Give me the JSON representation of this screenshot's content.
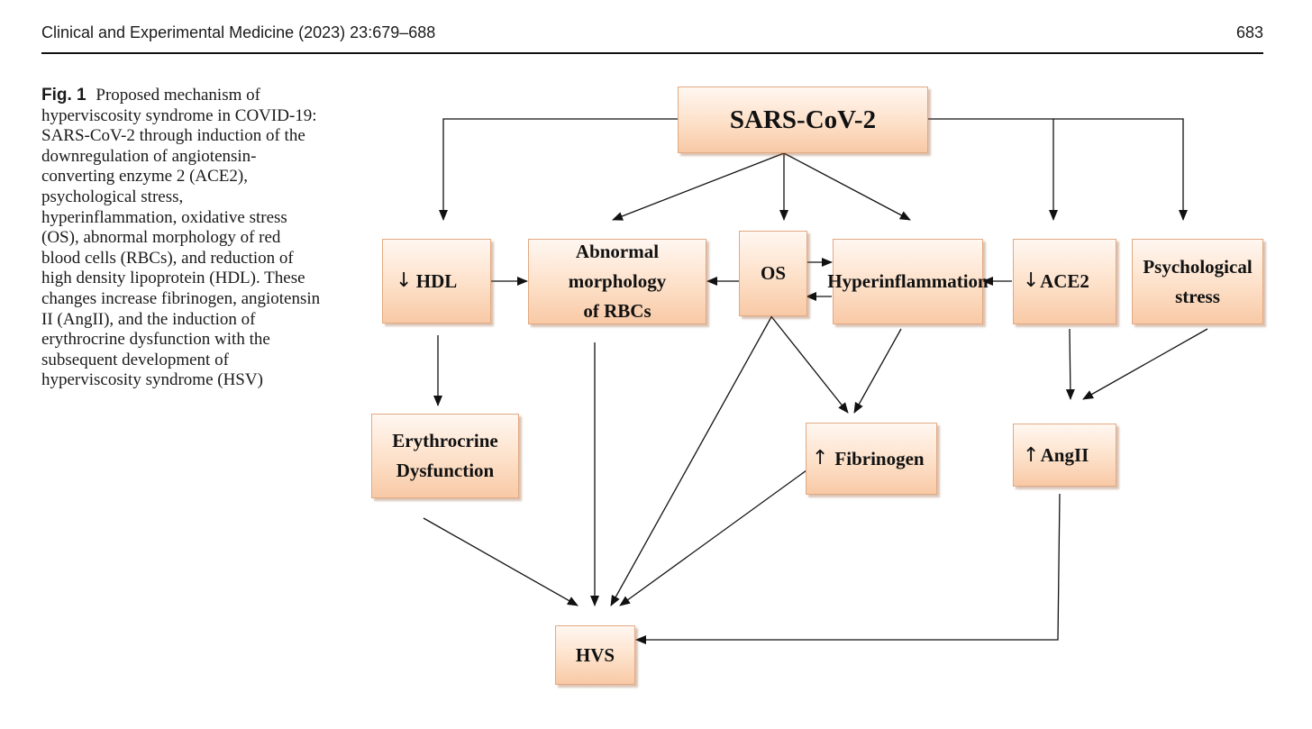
{
  "header": {
    "journal": "Clinical and Experimental Medicine (2023) 23:679–688",
    "page": "683"
  },
  "caption": {
    "label": "Fig. 1",
    "text": "Proposed mechanism of hyperviscosity syndrome in COVID-19: SARS-CoV-2 through induction of the downregulation of angiotensin-converting enzyme 2 (ACE2), psychological stress, hyperinflammation, oxidative stress (OS), abnormal morphology of red blood cells (RBCs), and reduction of high density lipoprotein (HDL). These changes increase fibrinogen, angiotensin II (AngII), and the induction of erythrocrine dysfunction with the subsequent development of hyperviscosity syndrome (HSV)"
  },
  "diagram": {
    "nodes": {
      "sars": {
        "label": "SARS-CoV-2"
      },
      "hdl": {
        "label": "HDL",
        "arrow": "↓"
      },
      "rbc": {
        "line1": "Abnormal morphology",
        "line2": "of RBCs"
      },
      "os": {
        "label": "OS"
      },
      "hyper": {
        "label": "Hyperinflammation"
      },
      "ace2": {
        "label": "ACE2",
        "arrow": "↓"
      },
      "psych": {
        "line1": "Psychological",
        "line2": "stress"
      },
      "ery": {
        "line1": "Erythrocrine",
        "line2": "Dysfunction"
      },
      "fib": {
        "label": "Fibrinogen",
        "arrow": "↑"
      },
      "angii": {
        "label": "AngII",
        "arrow": "↑"
      },
      "hvs": {
        "label": "HVS"
      }
    },
    "edges": [
      [
        "sars",
        "hdl"
      ],
      [
        "sars",
        "rbc"
      ],
      [
        "sars",
        "os"
      ],
      [
        "sars",
        "hyper"
      ],
      [
        "sars",
        "ace2"
      ],
      [
        "sars",
        "psych"
      ],
      [
        "hdl",
        "rbc"
      ],
      [
        "os",
        "rbc"
      ],
      [
        "os",
        "hyper"
      ],
      [
        "hyper",
        "os"
      ],
      [
        "ace2",
        "hyper"
      ],
      [
        "hdl",
        "ery"
      ],
      [
        "os",
        "fib"
      ],
      [
        "hyper",
        "fib"
      ],
      [
        "ace2",
        "angii"
      ],
      [
        "psych",
        "angii"
      ],
      [
        "ery",
        "hvs"
      ],
      [
        "rbc",
        "hvs"
      ],
      [
        "os",
        "hvs"
      ],
      [
        "fib",
        "hvs"
      ],
      [
        "angii",
        "hvs"
      ]
    ]
  }
}
